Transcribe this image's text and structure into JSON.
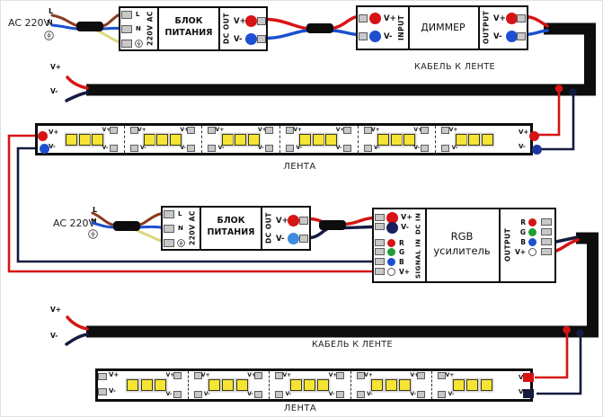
{
  "labels": {
    "ac_voltage": "AC 220V",
    "line": "L",
    "neutral": "N",
    "cable_to_strip": "КАБЕЛЬ К ЛЕНТЕ",
    "v_plus": "V+",
    "v_minus": "V-",
    "r": "R",
    "g": "G",
    "b": "B"
  },
  "power_supply": {
    "title_line1": "БЛОК",
    "title_line2": "ПИТАНИЯ",
    "input_section": "220V AC",
    "output_section": "DC OUT",
    "input_terminals": [
      "L",
      "N",
      "earth"
    ],
    "output_terminals": [
      "V+",
      "V-"
    ]
  },
  "dimmer": {
    "title": "ДИММЕР",
    "input_section": "INPUT",
    "output_section": "OUTPUT"
  },
  "amplifier": {
    "title_line1": "RGB",
    "title_line2": "усилитель",
    "dc_in_section": "DC IN",
    "signal_in_section": "SIGNAL IN",
    "output_section": "OUTPUT",
    "signal_terminals": [
      "R",
      "G",
      "B",
      "V+"
    ],
    "output_terminals": [
      "R",
      "G",
      "B",
      "V+"
    ]
  },
  "strips": {
    "label": "ЛЕНТА",
    "items": [
      {
        "segments": 6,
        "leds_per_segment": 3,
        "left_end": "wire-terminals",
        "right_end": "wire-terminals"
      },
      {
        "segments": 5,
        "leds_per_segment": 3,
        "left_end": "solder-pads",
        "right_end": "square-terminals"
      }
    ]
  },
  "colors": {
    "wire_red": "#d61414",
    "wire_navy": "#141c3f",
    "wire_blue": "#1d4fd0",
    "wire_brown": "#8a3a20",
    "wire_earth": "#dcd67c",
    "terminal_green": "#1f9e35",
    "terminal_light_blue": "#3f8ddf",
    "cable_black": "#0d0d0d",
    "led_yellow": "#f6e435",
    "solder_pad_gray": "#c8c8c8"
  }
}
